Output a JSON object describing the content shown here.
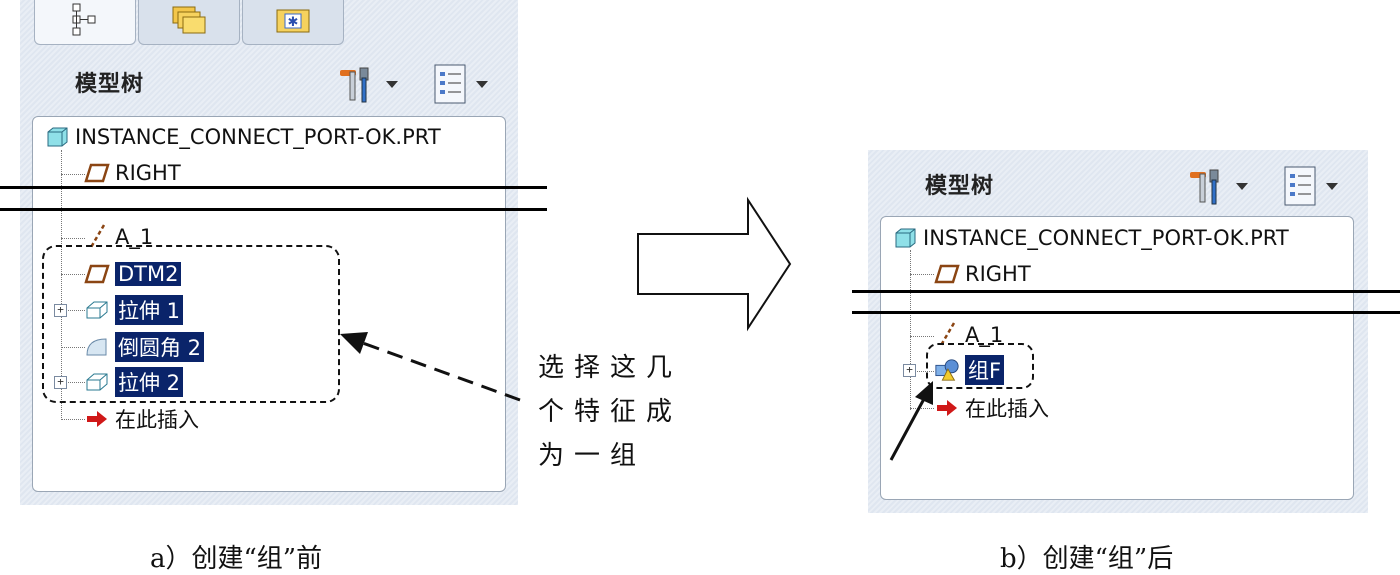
{
  "panel_a": {
    "title": "模型树",
    "tree": {
      "root": "INSTANCE_CONNECT_PORT-OK.PRT",
      "right": "RIGHT",
      "axis": "A_1",
      "dtm2": "DTM2",
      "extrude1": "拉伸 1",
      "round2": "倒圆角 2",
      "extrude2": "拉伸 2",
      "insert_here": "在此插入"
    },
    "caption": "a）创建“组”前"
  },
  "panel_b": {
    "title": "模型树",
    "tree": {
      "root": "INSTANCE_CONNECT_PORT-OK.PRT",
      "right": "RIGHT",
      "axis": "A_1",
      "group": "组F",
      "insert_here": "在此插入"
    },
    "caption": "b）创建“组”后"
  },
  "annotation": {
    "line1": "选择这几",
    "line2": "个特征成",
    "line3": "为一组"
  },
  "colors": {
    "selection": "#0a246a",
    "datum_plane": "#8b4513",
    "insert_arrow": "#d01818"
  }
}
